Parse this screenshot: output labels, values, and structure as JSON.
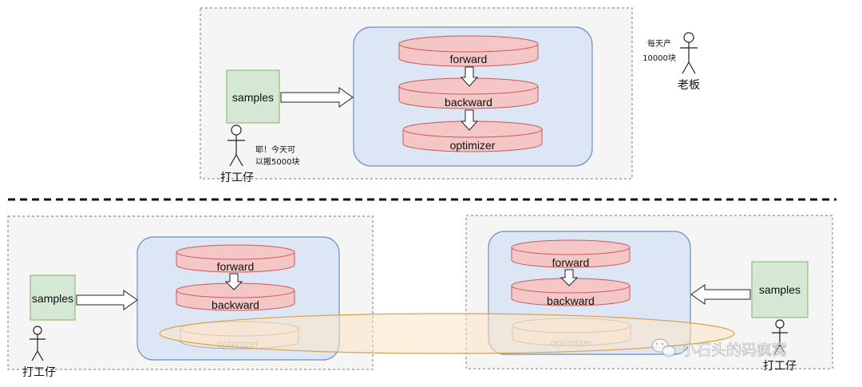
{
  "top": {
    "samples": "samples",
    "worker_label": "打工仔",
    "worker_speech_line1": "耶！今天可",
    "worker_speech_line2": "以搬5000块",
    "boss_label": "老板",
    "boss_speech_line1": "每天产",
    "boss_speech_line2": "10000块",
    "stages": [
      "forward",
      "backward",
      "optimizer"
    ]
  },
  "bottom_left": {
    "samples": "samples",
    "worker_label": "打工仔",
    "stages": [
      "forward",
      "backward",
      "optimizer"
    ]
  },
  "bottom_right": {
    "samples": "samples",
    "worker_label": "打工仔",
    "stages": [
      "forward",
      "backward",
      "optimizer"
    ]
  },
  "watermark": "小石头的码疯窝",
  "colors": {
    "disk_fill": "#f4c6c6",
    "disk_stroke": "#c85a5a",
    "panel_fill": "#dde6f5",
    "panel_stroke": "#6c8ebf",
    "samples_fill": "#d5e8d4",
    "samples_stroke": "#82b366",
    "ellipse_fill": "#fbe3c4",
    "ellipse_stroke": "#d6a24c"
  }
}
